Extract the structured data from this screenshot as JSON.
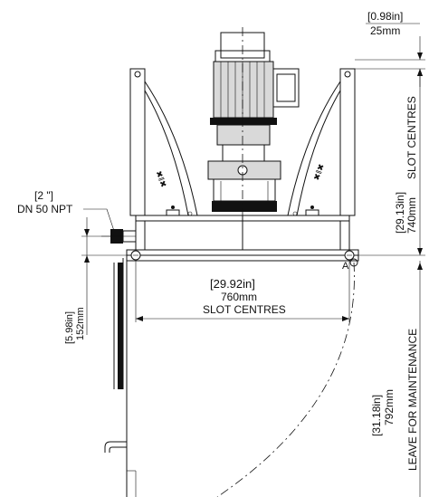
{
  "dimensions": {
    "top_clearance": {
      "imperial": "[0.98in]",
      "metric": "25mm"
    },
    "vertical_slot_centres": {
      "imperial": "[29.13in]",
      "metric": "740mm",
      "label": "SLOT CENTRES"
    },
    "horizontal_slot_centres": {
      "imperial": "[29.92in]",
      "metric": "760mm",
      "label": "SLOT CENTRES"
    },
    "outlet_height": {
      "imperial": "[5.98in]",
      "metric": "152mm"
    },
    "maintenance_clearance": {
      "imperial": "[31.18in]",
      "metric": "792mm",
      "label": "LEAVE FOR MAINTENANCE"
    }
  },
  "outlet": {
    "size_imperial": "[2 \"]",
    "size_label": "DN 50 NPT"
  },
  "point_label": "A"
}
